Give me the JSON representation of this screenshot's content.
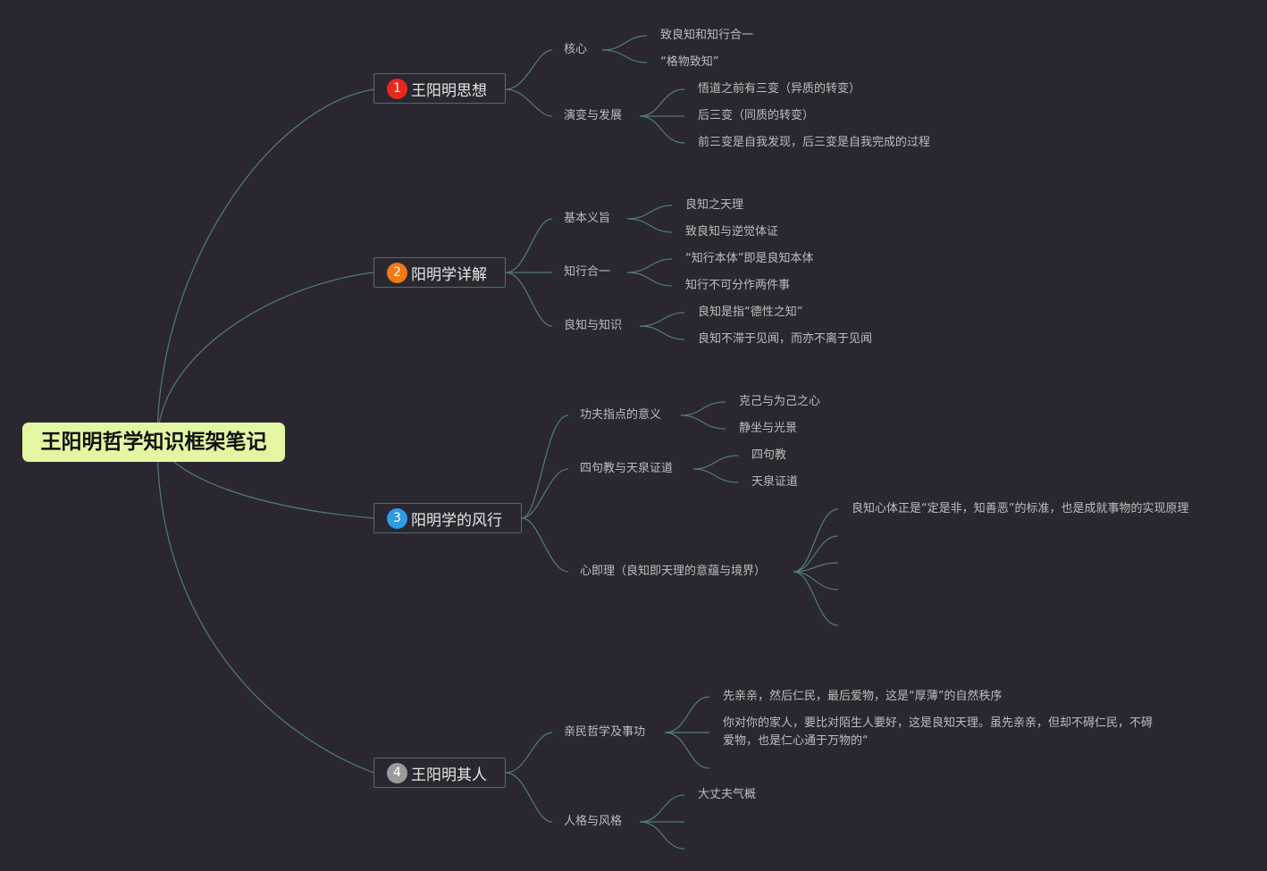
{
  "root": {
    "label": "王阳明哲学知识框架笔记"
  },
  "branches": [
    {
      "badge": "1",
      "badge_color": "#e8281f",
      "label": "王阳明思想",
      "subs": [
        {
          "label": "核心",
          "leaves": [
            "致良知和知行合一",
            "“格物致知”"
          ]
        },
        {
          "label": "演变与发展",
          "leaves": [
            "悟道之前有三变（异质的转变）",
            "后三变（同质的转变）",
            "前三变是自我发现，后三变是自我完成的过程"
          ]
        }
      ]
    },
    {
      "badge": "2",
      "badge_color": "#ef7a17",
      "label": "阳明学详解",
      "subs": [
        {
          "label": "基本义旨",
          "leaves": [
            "良知之天理",
            "致良知与逆觉体证"
          ]
        },
        {
          "label": "知行合一",
          "leaves": [
            "“知行本体”即是良知本体",
            "知行不可分作两件事"
          ]
        },
        {
          "label": "良知与知识",
          "leaves": [
            "良知是指“德性之知”",
            "良知不滞于见闻，而亦不离于见闻"
          ]
        }
      ]
    },
    {
      "badge": "3",
      "badge_color": "#2f9be3",
      "label": "阳明学的风行",
      "subs": [
        {
          "label": "功夫指点的意义",
          "leaves": [
            "克己与为己之心",
            "静坐与光景"
          ]
        },
        {
          "label": "四句教与天泉证道",
          "leaves": [
            "四句教",
            "天泉证道"
          ]
        },
        {
          "label": "心即理（良知即天理的意蕴与境界）",
          "leaves": [
            "良知心体正是“定是非，知善恶”的标准，也是成就事物的实现原理"
          ]
        }
      ]
    },
    {
      "badge": "4",
      "badge_color": "#9a9a9a",
      "label": "王阳明其人",
      "subs": [
        {
          "label": "亲民哲学及事功",
          "leaves": [
            "先亲亲，然后仁民，最后爱物，这是“厚薄”的自然秩序",
            "你对你的家人，要比对陌生人要好，这是良知天理。虽先亲亲，但却不碍仁民，不碍爱物，也是仁心通于万物的“"
          ]
        },
        {
          "label": "人格与风格",
          "leaves": [
            "大丈夫气概"
          ]
        }
      ]
    }
  ],
  "colors": {
    "background": "#2a2731",
    "link": "#4f7d78",
    "root_fill": "#e3f7a3",
    "branch_border": "#4f6e6c",
    "text": "#bdbdbd"
  }
}
